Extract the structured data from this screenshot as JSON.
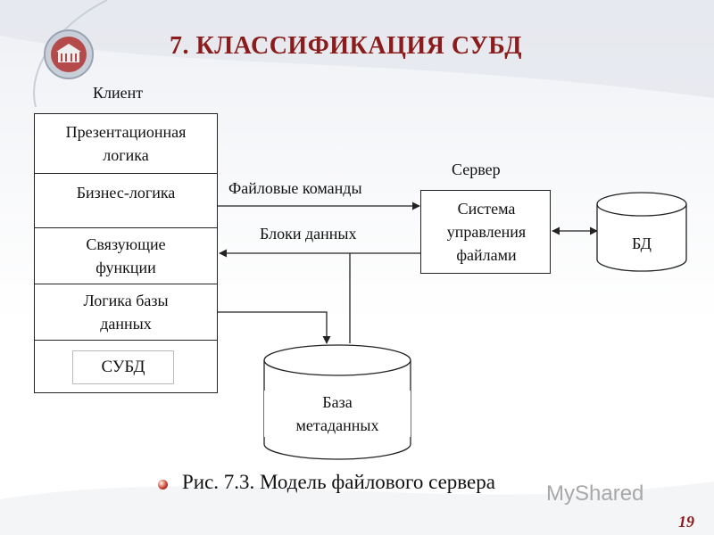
{
  "title": "7. КЛАССИФИКАЦИЯ СУБД",
  "client_label": "Клиент",
  "server_label": "Сервер",
  "client_layers": [
    {
      "line1": "Презентационная",
      "line2": "логика"
    },
    {
      "line1": "Бизнес-логика",
      "line2": ""
    },
    {
      "line1": "Связующие",
      "line2": "функции"
    },
    {
      "line1": "Логика базы",
      "line2": "данных"
    },
    {
      "line1": "",
      "line2": ""
    }
  ],
  "subd_label": "СУБД",
  "file_commands_label": "Файловые команды",
  "data_blocks_label": "Блоки данных",
  "file_system": {
    "line1": "Система",
    "line2": "управления",
    "line3": "файлами"
  },
  "db_label": "БД",
  "metadata_db": {
    "line1": "База",
    "line2": "метаданных"
  },
  "caption": "Рис. 7.3. Модель файлового сервера",
  "page_number": "19",
  "watermark": "MyShared",
  "colors": {
    "title": "#8a1c1c",
    "lines": "#222222"
  }
}
